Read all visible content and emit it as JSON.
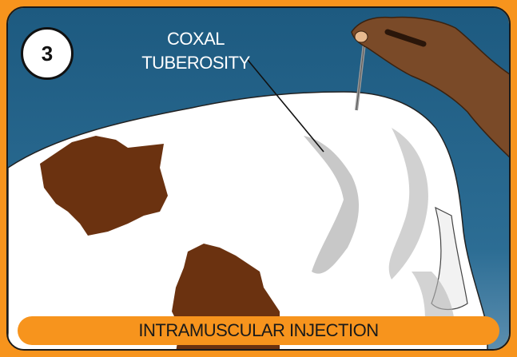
{
  "step_number": "3",
  "anatomy_label": {
    "line1": "COXAL",
    "line2": "TUBEROSITY"
  },
  "caption": "INTRAMUSCULAR INJECTION",
  "colors": {
    "frame": "#f7941d",
    "background": "#1f5f86",
    "hide_white": "#ffffff",
    "hide_brown": "#6b3210",
    "hand": "#7a4a28"
  }
}
